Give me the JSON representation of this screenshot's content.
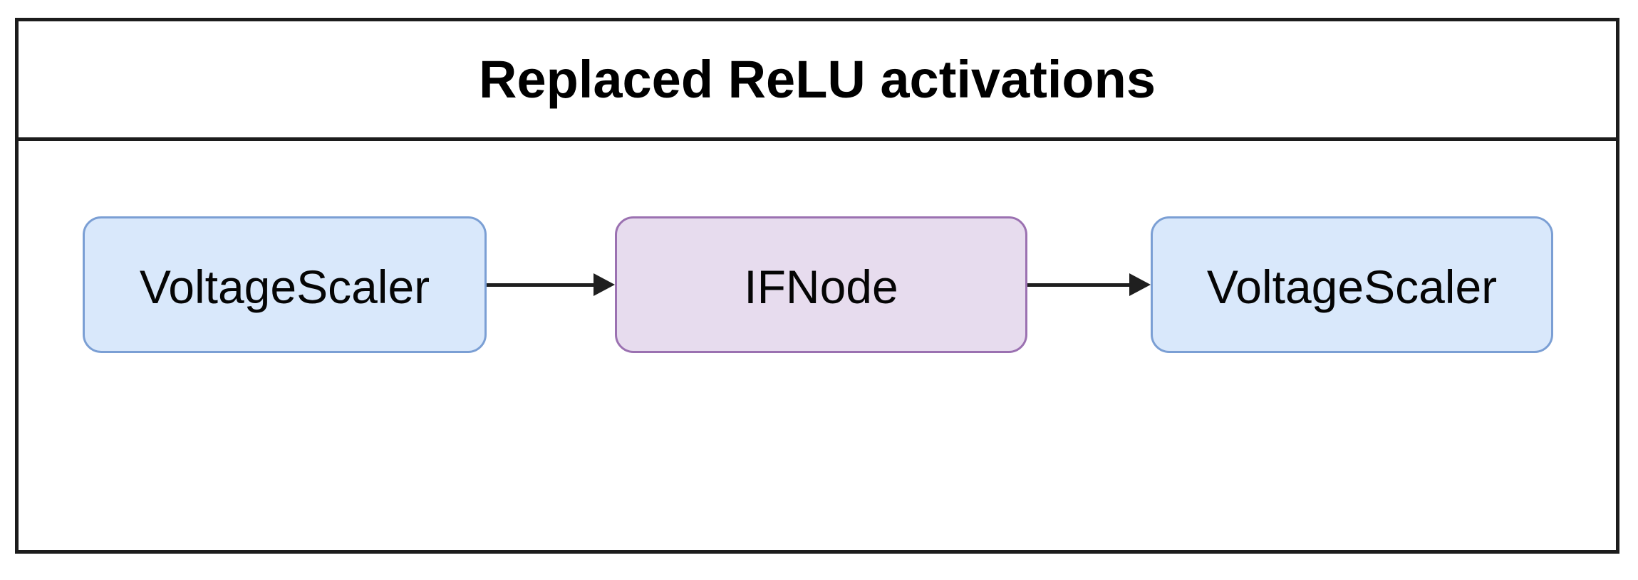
{
  "figure": {
    "title": "Replaced ReLU activations"
  },
  "diagram": {
    "nodes": [
      {
        "id": "voltage-scaler-1",
        "label": "VoltageScaler",
        "fill": "#d9e8fb",
        "stroke": "#7b9fd4"
      },
      {
        "id": "if-node",
        "label": "IFNode",
        "fill": "#e7dcee",
        "stroke": "#9b71b1"
      },
      {
        "id": "voltage-scaler-2",
        "label": "VoltageScaler",
        "fill": "#d9e8fb",
        "stroke": "#7b9fd4"
      }
    ],
    "edges": [
      {
        "from": "voltage-scaler-1",
        "to": "if-node"
      },
      {
        "from": "if-node",
        "to": "voltage-scaler-2"
      }
    ],
    "colors": {
      "frame_border": "#1c1c1c",
      "arrow": "#1f1f1f",
      "text": "#000000",
      "background": "#ffffff"
    }
  }
}
